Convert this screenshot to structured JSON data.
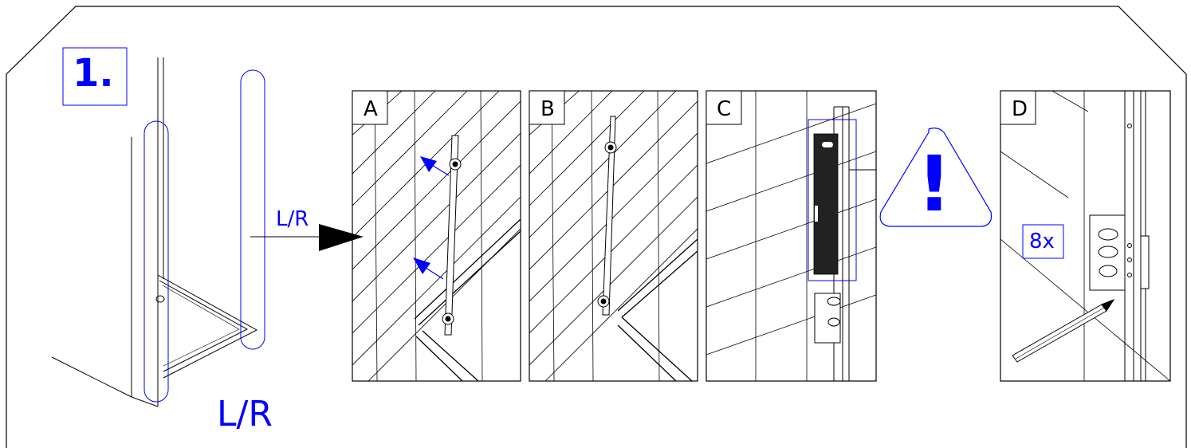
{
  "step": {
    "number": "1."
  },
  "labels": {
    "side_arrow": "L/R",
    "side_bottom": "L/R",
    "quantity": "8x",
    "warning": "!"
  },
  "panels": [
    {
      "letter": "A"
    },
    {
      "letter": "B"
    },
    {
      "letter": "C"
    },
    {
      "letter": "D"
    }
  ],
  "colors": {
    "accent": "#0000ff",
    "line": "#000000",
    "background": "#ffffff"
  }
}
